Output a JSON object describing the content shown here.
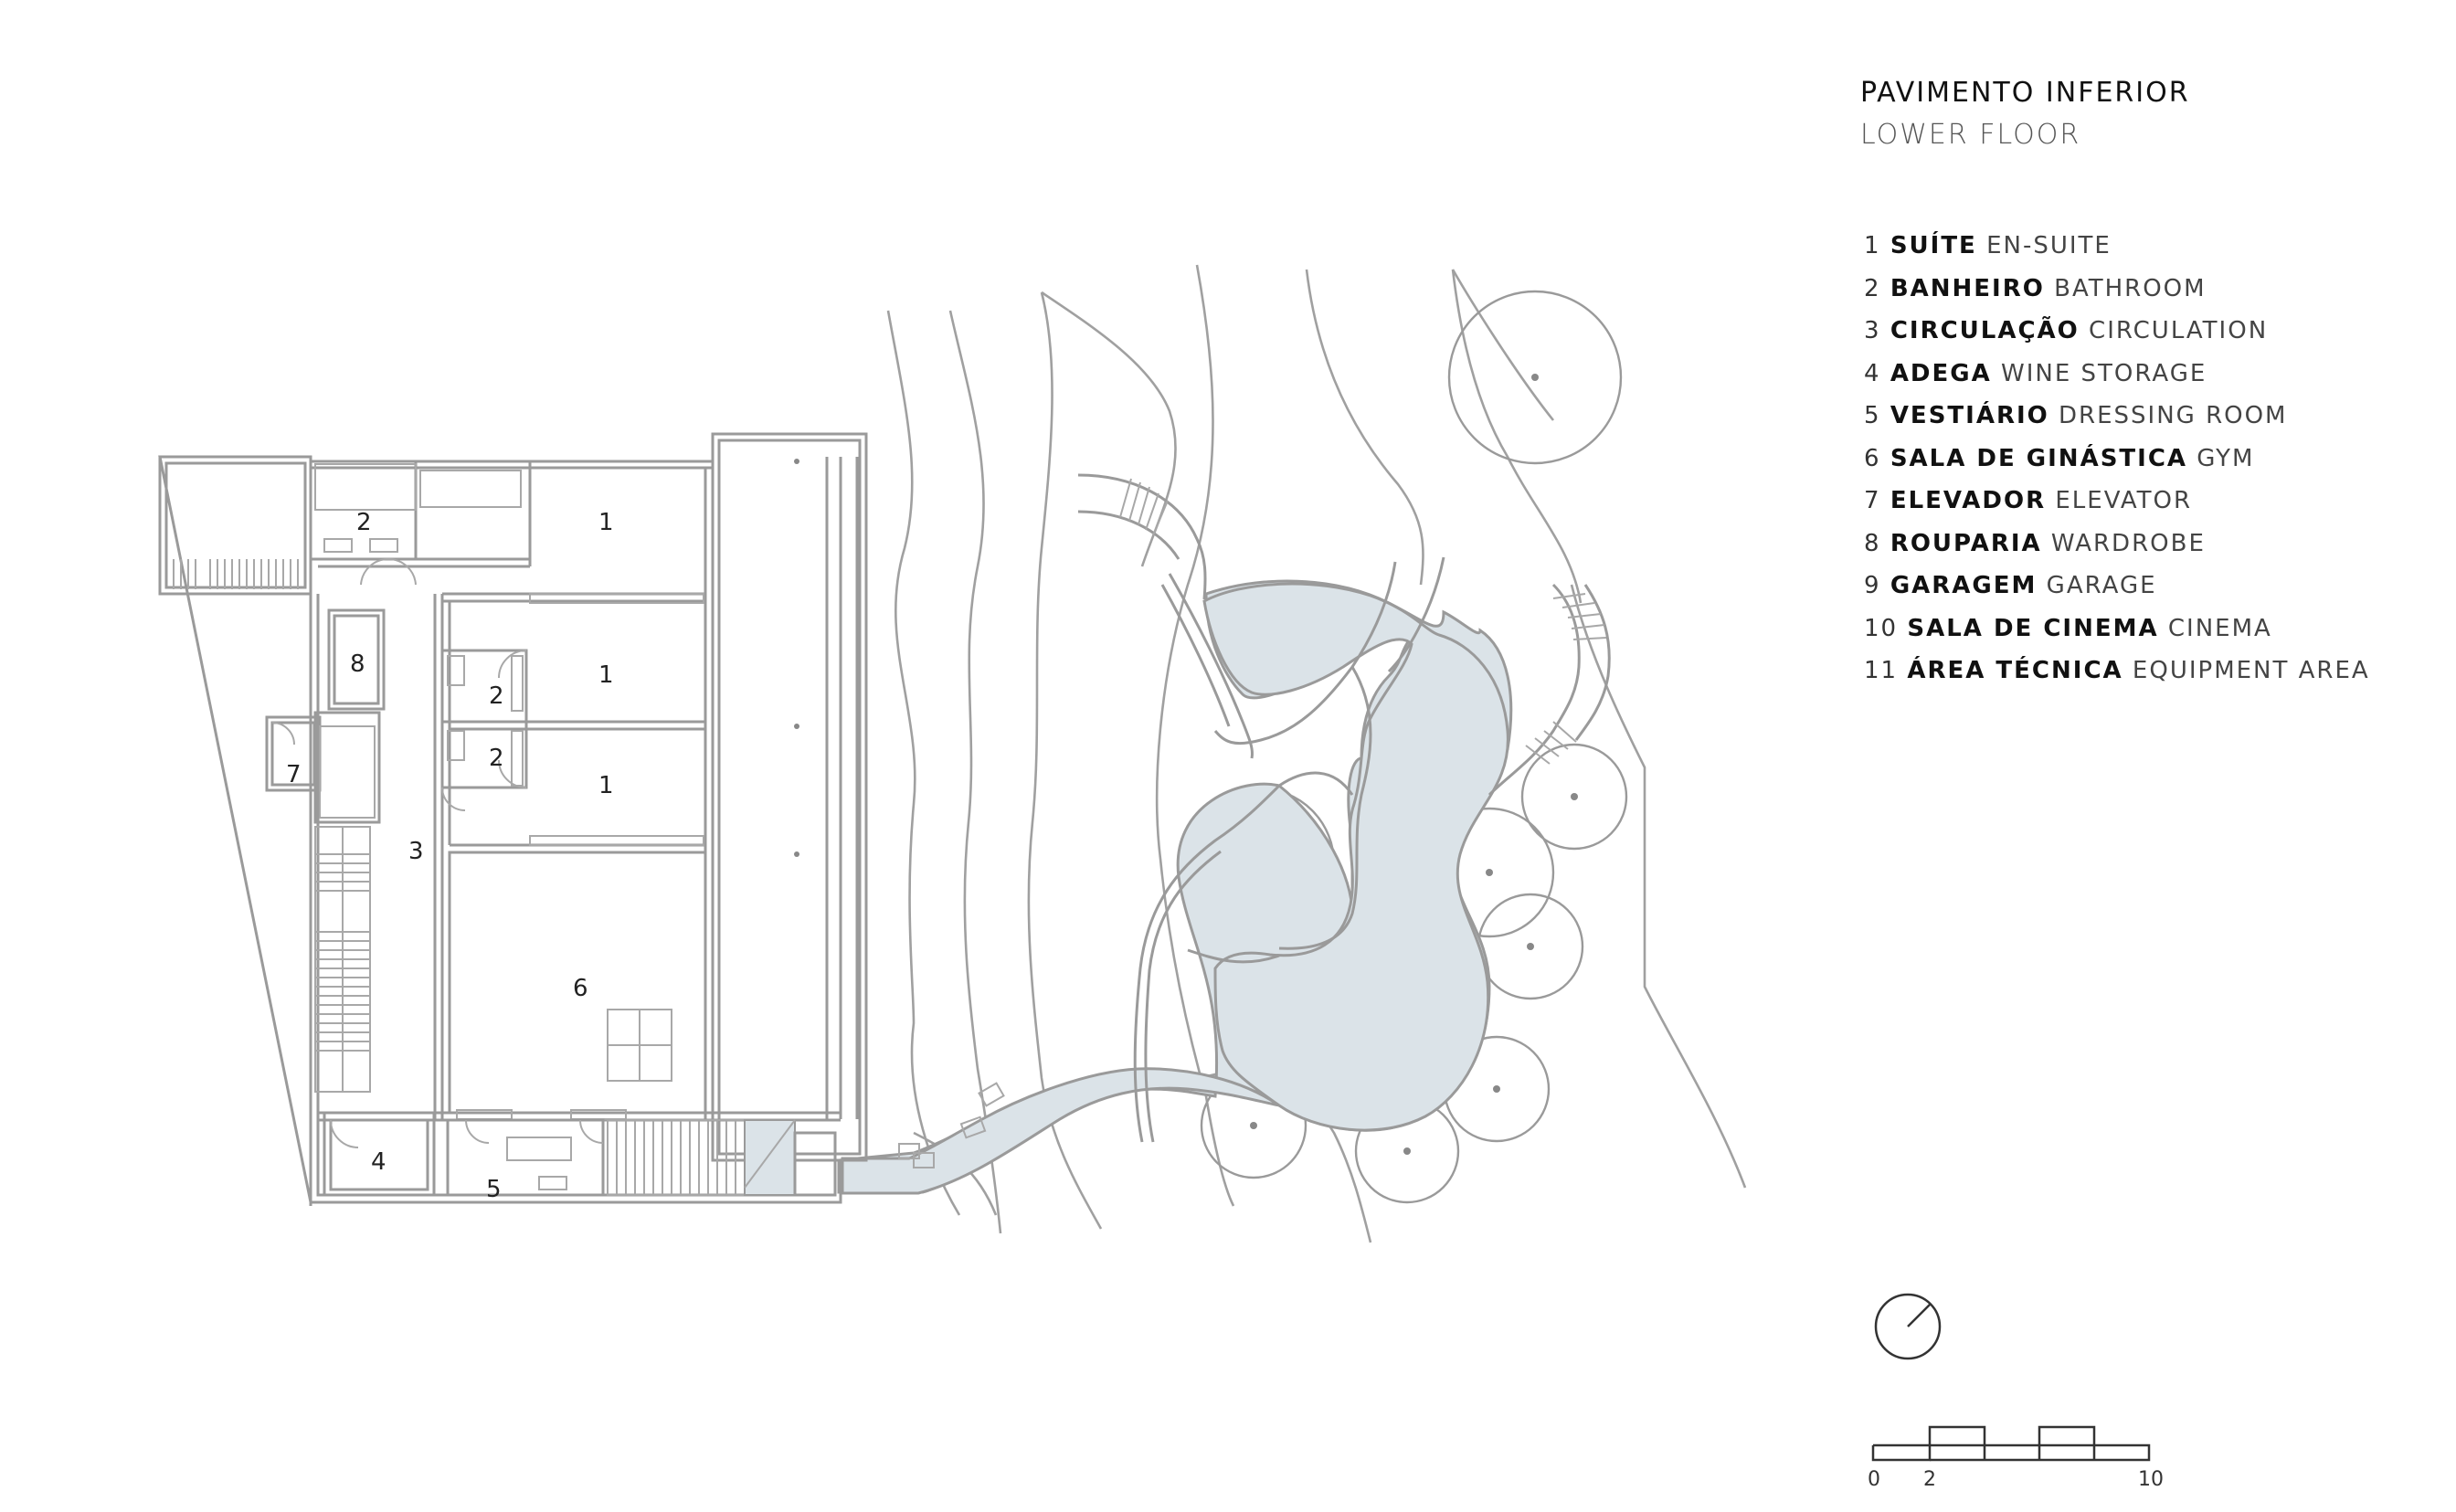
{
  "title": {
    "pt": "PAVIMENTO INFERIOR",
    "en": "LOWER FLOOR"
  },
  "legend": [
    {
      "num": "1",
      "pt": "SUÍTE",
      "en": "EN-SUITE"
    },
    {
      "num": "2",
      "pt": "BANHEIRO",
      "en": "BATHROOM"
    },
    {
      "num": "3",
      "pt": "CIRCULAÇÃO",
      "en": "CIRCULATION"
    },
    {
      "num": "4",
      "pt": "ADEGA",
      "en": "WINE STORAGE"
    },
    {
      "num": "5",
      "pt": "VESTIÁRIO",
      "en": "DRESSING ROOM"
    },
    {
      "num": "6",
      "pt": "SALA DE GINÁSTICA",
      "en": "GYM"
    },
    {
      "num": "7",
      "pt": "ELEVADOR",
      "en": "ELEVATOR"
    },
    {
      "num": "8",
      "pt": "ROUPARIA",
      "en": "WARDROBE"
    },
    {
      "num": "9",
      "pt": "GARAGEM",
      "en": "GARAGE"
    },
    {
      "num": "10",
      "pt": "SALA DE CINEMA",
      "en": "CINEMA"
    },
    {
      "num": "11",
      "pt": "ÁREA TÉCNICA",
      "en": "EQUIPMENT AREA"
    }
  ],
  "room_labels": {
    "suite_a": "1",
    "suite_b": "1",
    "suite_c": "1",
    "bath_a": "2",
    "bath_b": "2",
    "bath_c": "2",
    "circulation": "3",
    "wine": "4",
    "dressing": "5",
    "gym": "6",
    "elevator": "7",
    "wardrobe": "8"
  },
  "scale_bar": {
    "label_start": "0",
    "label_mid": "2",
    "label_end": "10"
  },
  "colors": {
    "pool": "#dbe3e8",
    "lines": "#9a9a9a"
  },
  "icons": {
    "north": "north-arrow-icon"
  }
}
